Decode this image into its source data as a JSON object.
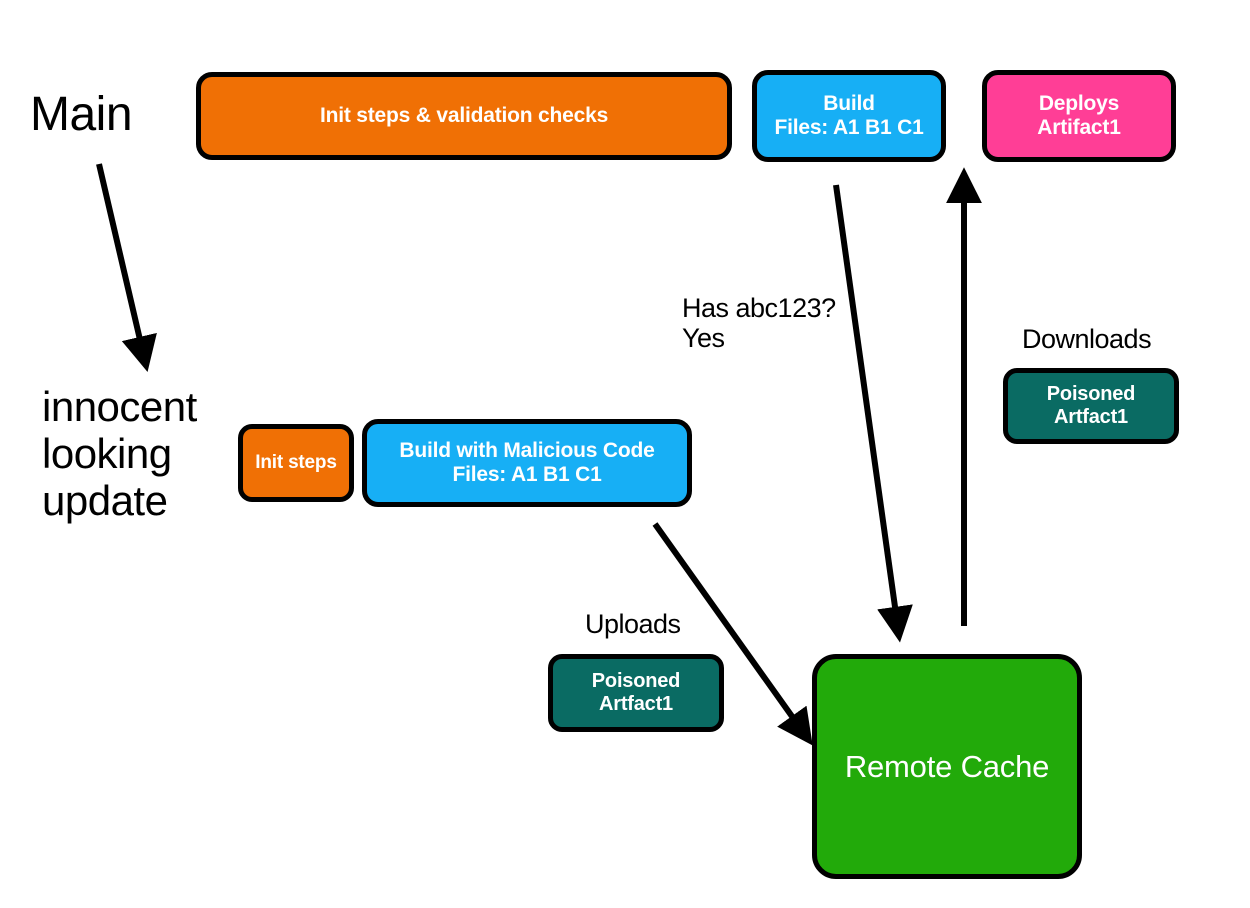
{
  "diagram": {
    "title_labels": {
      "main_branch": "Main",
      "feature_branch": "innocent\nlooking\nupdate",
      "cache_query": "Has abc123?\nYes",
      "downloads": "Downloads",
      "uploads": "Uploads"
    },
    "colors": {
      "orange": "#F07005",
      "blue": "#17AFF5",
      "pink": "#FF3E96",
      "teal": "#0A6B63",
      "green": "#22AA0A",
      "outline": "#000000",
      "text_on_node": "#FFFFFF",
      "text_plain": "#000000",
      "background": "#FFFFFF"
    },
    "nodes": [
      {
        "id": "init-validation",
        "label": "Init steps & validation checks",
        "color": "#F07005",
        "row": "main"
      },
      {
        "id": "build-main",
        "label": "Build\nFiles: A1  B1  C1",
        "color": "#17AFF5",
        "row": "main"
      },
      {
        "id": "deploys",
        "label": "Deploys\nArtifact1",
        "color": "#FF3E96",
        "row": "main"
      },
      {
        "id": "init-steps",
        "label": "Init steps",
        "color": "#F07005",
        "row": "branch"
      },
      {
        "id": "build-malicious",
        "label": "Build with Malicious Code\nFiles: A1  B1  C1",
        "color": "#17AFF5",
        "row": "branch"
      },
      {
        "id": "artifact-download",
        "label": "Poisoned\nArtfact1",
        "color": "#0A6B63",
        "row": "artifact"
      },
      {
        "id": "artifact-upload",
        "label": "Poisoned\nArtfact1",
        "color": "#0A6B63",
        "row": "artifact"
      },
      {
        "id": "remote-cache",
        "label": "Remote Cache",
        "color": "#22AA0A",
        "row": "store"
      }
    ],
    "arrows": [
      {
        "id": "main-to-branch",
        "from": "Main",
        "to": "innocent looking update",
        "label": ""
      },
      {
        "id": "build-to-cache",
        "from": "Build",
        "to": "Remote Cache",
        "label": "Has abc123?\nYes"
      },
      {
        "id": "cache-to-deploys",
        "from": "Remote Cache",
        "to": "Deploys Artifact1",
        "label": "Downloads"
      },
      {
        "id": "malicious-to-cache",
        "from": "Build with Malicious Code",
        "to": "Remote Cache",
        "label": "Uploads"
      }
    ]
  }
}
